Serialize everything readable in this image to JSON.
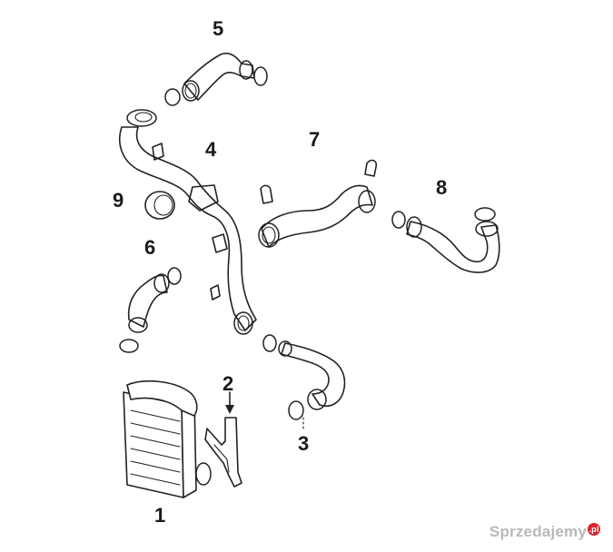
{
  "labels": {
    "p1": "1",
    "p2": "2",
    "p3": "3",
    "p4": "4",
    "p5": "5",
    "p6": "6",
    "p7": "7",
    "p8": "8",
    "p9": "9"
  },
  "highlight_color": "#4ee23a",
  "watermark": {
    "text": "Sprzedajemy",
    "tld": ".pl"
  }
}
